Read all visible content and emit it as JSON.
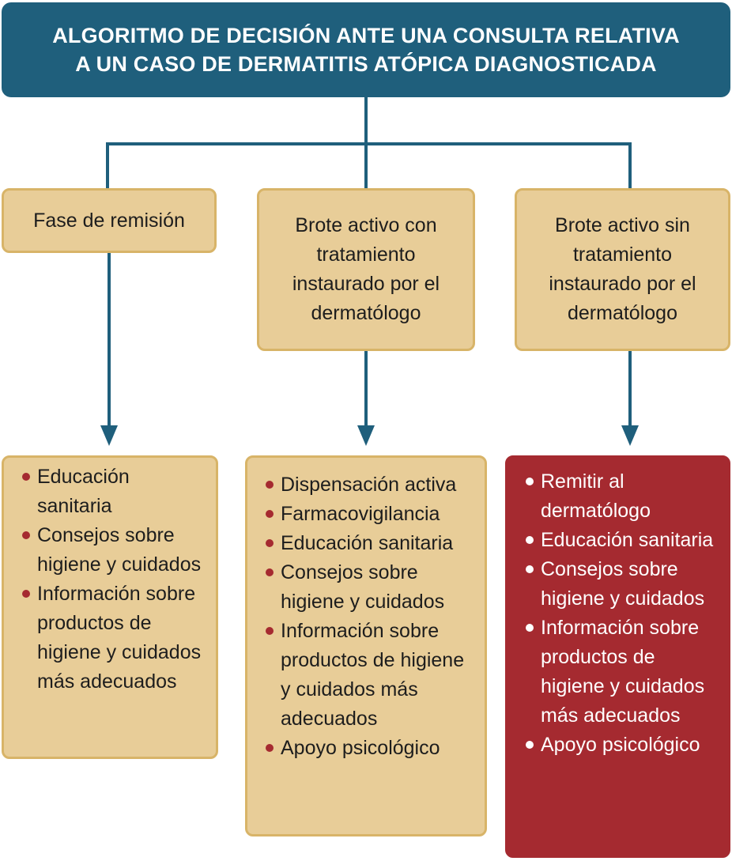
{
  "title": {
    "line1": "ALGORITMO DE DECISIÓN ANTE UNA CONSULTA RELATIVA",
    "line2": "A UN CASO DE DERMATITIS ATÓPICA DIAGNOSTICADA"
  },
  "colors": {
    "title_bg": "#1f5f7c",
    "box_fill": "#e8cd98",
    "box_border": "#d8b468",
    "alert_fill": "#a52a30",
    "connector": "#1f5f7c"
  },
  "branches": [
    {
      "phase": "Fase de remisión",
      "items": [
        "Educación sanitaria",
        "Consejos sobre higiene y cuidados",
        "Información sobre productos de higiene y cuidados más adecuados"
      ]
    },
    {
      "phase": "Brote activo con tratamiento instaurado por el dermatólogo",
      "items": [
        "Dispensación activa",
        "Farmacovigilancia",
        "Educación sanitaria",
        "Consejos sobre higiene y cuidados",
        "Información sobre productos de higiene y cuidados más adecuados",
        "Apoyo psicológico"
      ]
    },
    {
      "phase": "Brote activo sin tratamiento instaurado por el dermatólogo",
      "items": [
        "Remitir al dermatólogo",
        "Educación sanitaria",
        "Consejos sobre higiene y cuidados",
        "Información sobre productos de higiene y cuidados más adecuados",
        "Apoyo psicológico"
      ]
    }
  ]
}
